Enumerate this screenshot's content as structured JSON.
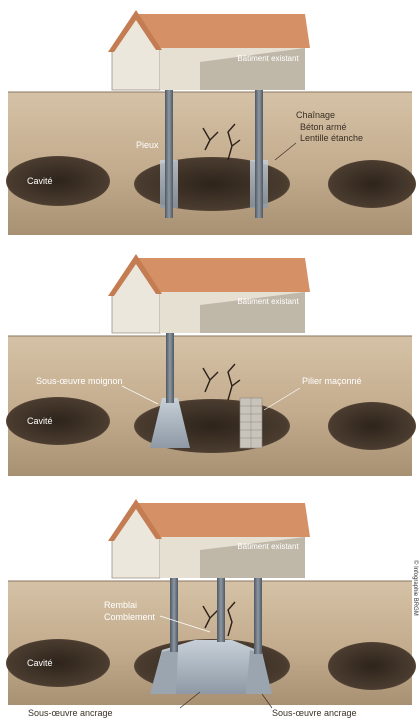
{
  "panels": [
    {
      "house_label": "Bâtiment existant",
      "cavity_label": "Cavité",
      "labels": [
        "Pieux",
        "Chaînage",
        "Béton armé",
        "Lentille étanche"
      ]
    },
    {
      "house_label": "Bâtiment existant",
      "cavity_label": "Cavité",
      "labels": [
        "Sous-œuvre moignon",
        "Pilier maçonné"
      ]
    },
    {
      "house_label": "Bâtiment existant",
      "cavity_label": "Cavité",
      "labels": [
        "Remblai",
        "Comblement",
        "Sous-œuvre ancrage",
        "Sous-œuvre ancrage"
      ]
    }
  ],
  "credit": "© Infographie BRGM",
  "colors": {
    "roof": "#d69066",
    "wall": "#ece7dc",
    "wall_shade": "#bfb7a8",
    "ground": "#c4ad8f",
    "ground_dark": "#8a7560",
    "cavity": "#3a2f25",
    "pile": "#6d7782",
    "injection": "#aab4bf"
  }
}
